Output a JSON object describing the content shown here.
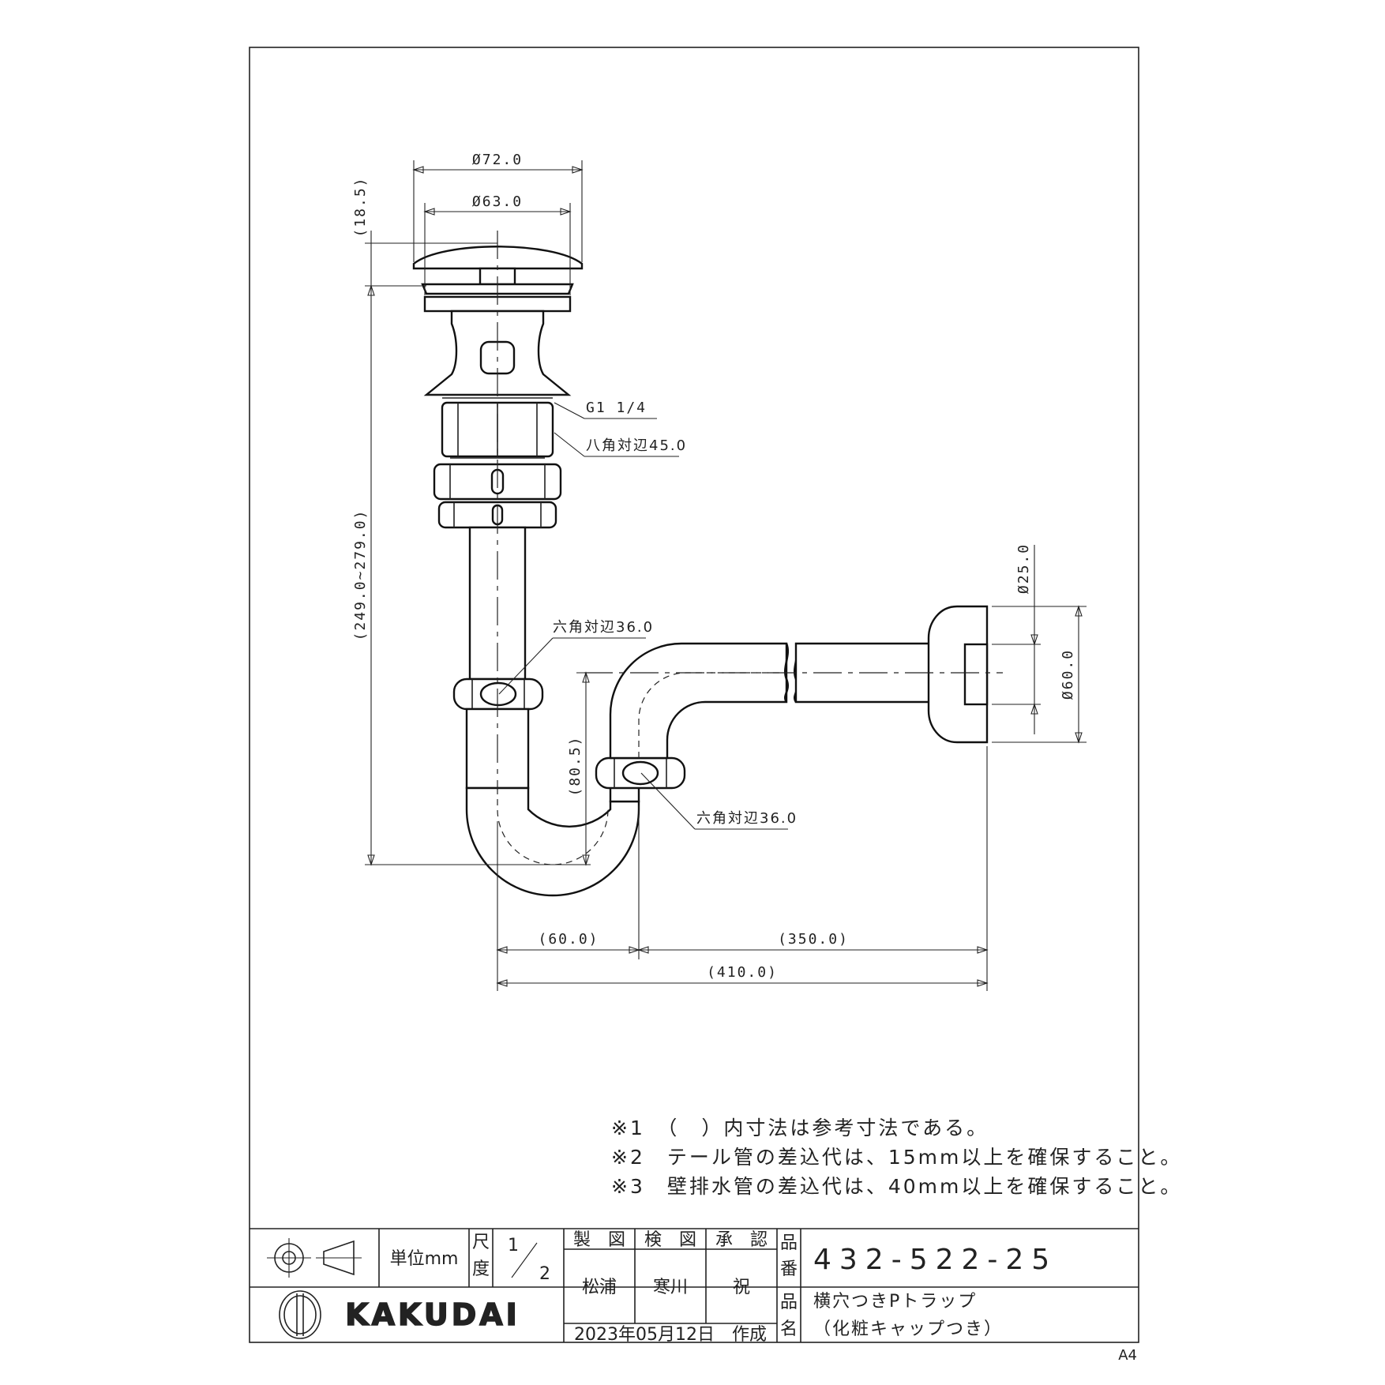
{
  "dimensions": {
    "d72": "Ø72.0",
    "d63": "Ø63.0",
    "h185": "(18.5)",
    "g114": "G1 1/4",
    "oct45": "八角対辺45.0",
    "h249": "(249.0~279.0)",
    "hex36a": "六角対辺36.0",
    "hex36b": "六角対辺36.0",
    "h805": "(80.5)",
    "d25": "Ø25.0",
    "d60": "Ø60.0",
    "w60": "(60.0)",
    "w350": "(350.0)",
    "w410": "(410.0)"
  },
  "notes": [
    "※1　（　）内寸法は参考寸法である。",
    "※2　テール管の差込代は、15mm以上を確保すること。",
    "※3　壁排水管の差込代は、40mm以上を確保すること。"
  ],
  "title_block": {
    "unit_label": "単位mm",
    "scale_label_1": "尺",
    "scale_label_2": "度",
    "scale_num": "1",
    "scale_den": "2",
    "drawn_header": "製　図",
    "checked_header": "検　図",
    "approved_header": "承　認",
    "drawn_by": "松浦",
    "checked_by": "寒川",
    "approved_by": "祝",
    "part_no_label_1": "品",
    "part_no_label_2": "番",
    "part_number": "432-522-25",
    "part_name_label_1": "品",
    "part_name_label_2": "名",
    "part_name_line1": "横穴つきPトラップ",
    "part_name_line2": "（化粧キャップつき）",
    "date": "2023年05月12日　作成",
    "logo_text": "KAKUDAI",
    "paper_size": "A4"
  }
}
